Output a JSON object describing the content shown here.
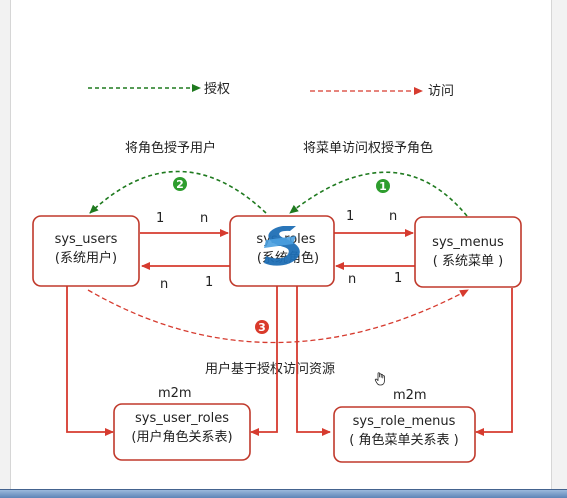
{
  "colors": {
    "box_border": "#c0392b",
    "box_fill": "#ffffff",
    "access_arrow": "#d63b2f",
    "auth_arrow": "#1f7a1f",
    "badge_green": "#2e9d2e",
    "badge_red": "#d93a2b",
    "logo_blue": "#1f6fb5"
  },
  "legend": {
    "authorize_label": "授权",
    "access_label": "访问"
  },
  "nodes": {
    "sys_users": {
      "line1": "sys_users",
      "line2": "(系统用户)"
    },
    "sys_roles": {
      "line1": "sys_roles",
      "line2": "(系统角色)"
    },
    "sys_menus": {
      "line1": "sys_menus",
      "line2": "( 系统菜单 )"
    },
    "sys_user_roles": {
      "line1": "sys_user_roles",
      "line2": "(用户角色关系表)"
    },
    "sys_role_menus": {
      "line1": "sys_role_menus",
      "line2": "( 角色菜单关系表 )"
    }
  },
  "annotations": {
    "menu_to_role": "将菜单访问权授予角色",
    "role_to_user": "将角色授予用户",
    "user_access": "用户基于授权访问资源"
  },
  "badges": {
    "step1": "1",
    "step2": "2",
    "step3": "3"
  },
  "multiplicity": {
    "users_roles_top_left": "1",
    "users_roles_top_right": "n",
    "users_roles_bottom_left": "n",
    "users_roles_bottom_right": "1",
    "roles_menus_top_left": "1",
    "roles_menus_top_right": "n",
    "roles_menus_bottom_left": "n",
    "roles_menus_bottom_right": "1",
    "user_roles_relation": "m2m",
    "role_menus_relation": "m2m"
  },
  "icons": {
    "watermark": "logo-s-icon",
    "cursor": "hand-cursor-icon"
  }
}
